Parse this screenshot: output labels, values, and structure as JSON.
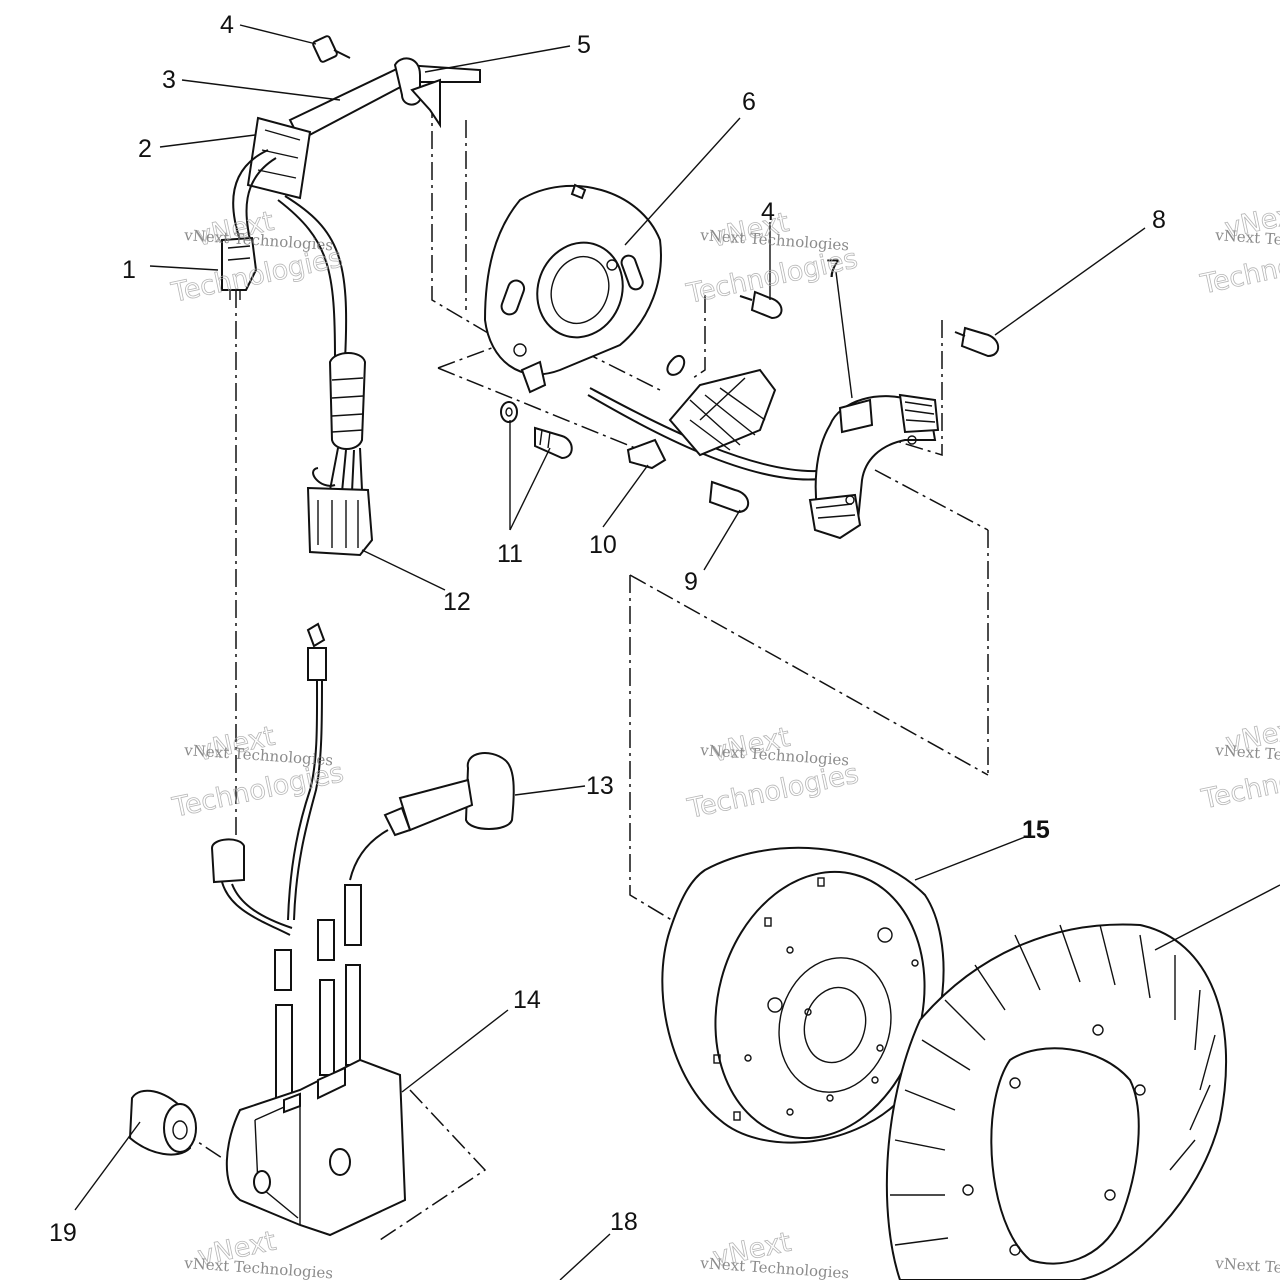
{
  "callouts": [
    {
      "id": "1",
      "text": "1"
    },
    {
      "id": "2",
      "text": "2"
    },
    {
      "id": "3",
      "text": "3"
    },
    {
      "id": "4a",
      "text": "4"
    },
    {
      "id": "4b",
      "text": "4"
    },
    {
      "id": "5",
      "text": "5"
    },
    {
      "id": "6",
      "text": "6"
    },
    {
      "id": "7",
      "text": "7"
    },
    {
      "id": "8",
      "text": "8"
    },
    {
      "id": "9",
      "text": "9"
    },
    {
      "id": "10",
      "text": "10"
    },
    {
      "id": "11",
      "text": "11"
    },
    {
      "id": "12",
      "text": "12"
    },
    {
      "id": "13",
      "text": "13"
    },
    {
      "id": "14",
      "text": "14"
    },
    {
      "id": "15",
      "text": "15"
    },
    {
      "id": "18",
      "text": "18"
    },
    {
      "id": "19",
      "text": "19"
    }
  ],
  "watermark": {
    "line1": "vNext Technologies",
    "line2": "vNext",
    "line3": "Technologies"
  }
}
